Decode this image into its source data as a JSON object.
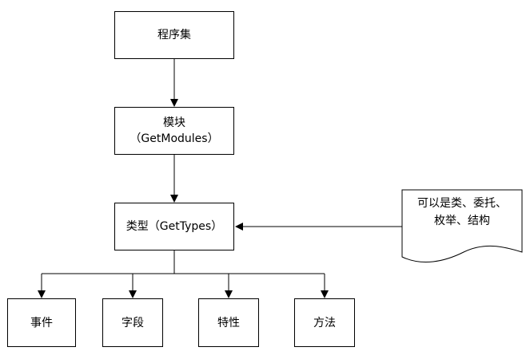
{
  "diagram": {
    "nodes": {
      "assembly": {
        "label": "程序集"
      },
      "module": {
        "label": "模块",
        "sublabel": "（GetModules）"
      },
      "type": {
        "label": "类型（GetTypes）"
      },
      "event": {
        "label": "事件"
      },
      "field": {
        "label": "字段"
      },
      "attribute": {
        "label": "特性"
      },
      "method": {
        "label": "方法"
      }
    },
    "note": {
      "line1": "可以是类、委托、",
      "line2": "枚举、结构"
    },
    "edges": [
      {
        "from": "assembly",
        "to": "module"
      },
      {
        "from": "module",
        "to": "type"
      },
      {
        "from": "note",
        "to": "type"
      },
      {
        "from": "type",
        "to": "event"
      },
      {
        "from": "type",
        "to": "field"
      },
      {
        "from": "type",
        "to": "attribute"
      },
      {
        "from": "type",
        "to": "method"
      }
    ]
  }
}
